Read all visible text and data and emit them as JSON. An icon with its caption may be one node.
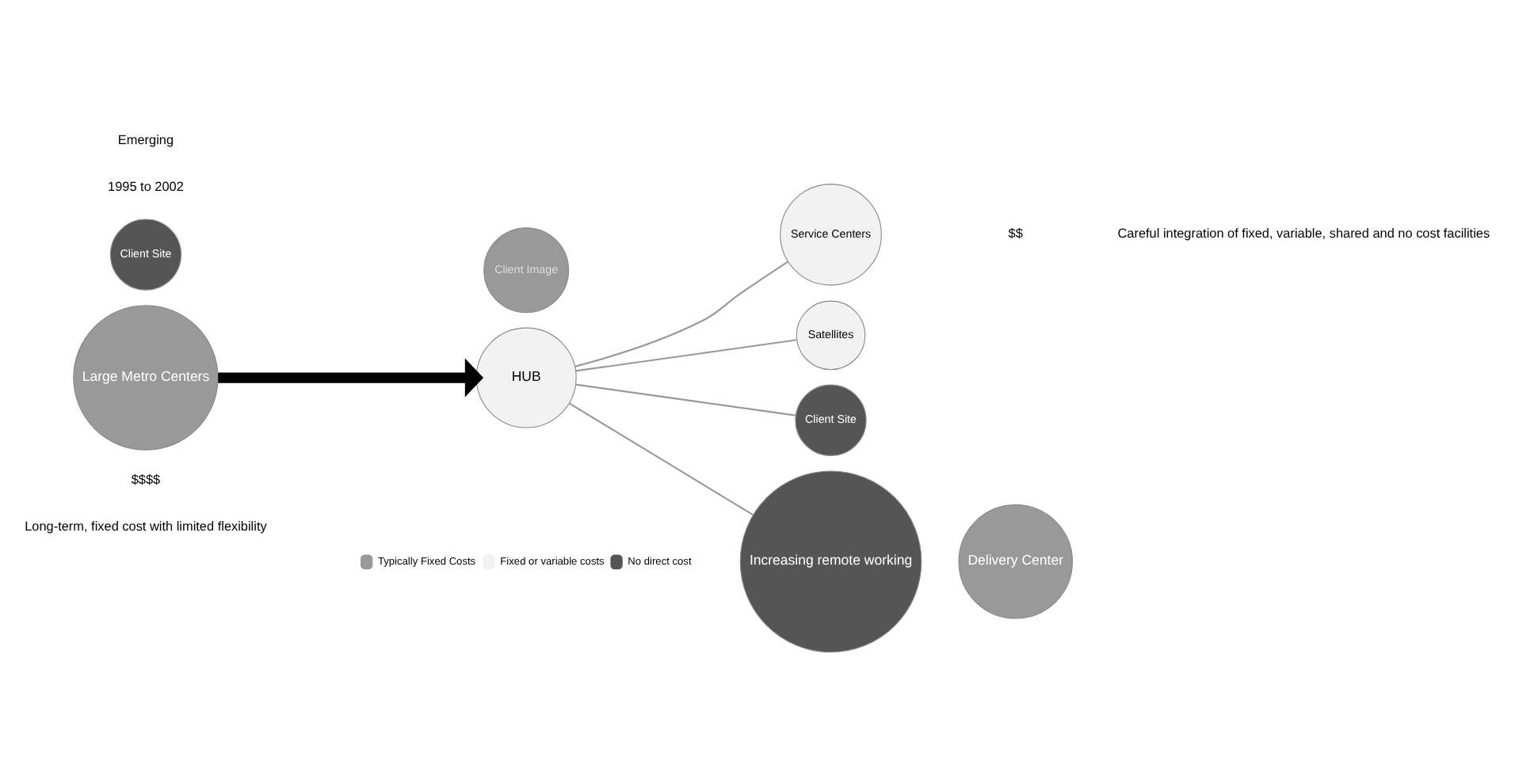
{
  "diagram": {
    "nodes": [
      {
        "text": [
          "Client Site"
        ]
      },
      {
        "text": [
          "Large Metro Centers"
        ]
      },
      {
        "text": [
          "Satellites"
        ]
      },
      {
        "text": [
          "Client Site"
        ]
      },
      {
        "text": [
          "Increasing remote working"
        ]
      },
      {
        "text": [
          "HUB"
        ]
      },
      {
        "text": [
          "Delivery Center"
        ]
      },
      {
        "text": [
          "Client Image"
        ]
      },
      {
        "text": [
          "Service Centers"
        ]
      }
    ],
    "edges": [
      {
        "from": 1,
        "to": 5,
        "arrow": "to",
        "style": "thick",
        "color": "#000000"
      },
      {
        "from": 5,
        "to": 2,
        "arrow": "none"
      },
      {
        "from": 5,
        "to": 3,
        "arrow": "none"
      },
      {
        "from": 5,
        "to": 4,
        "arrow": "none"
      },
      {
        "from": 5,
        "to": 8,
        "arrow": "none"
      }
    ],
    "labels": [
      "1995 to 2002",
      "Emerging",
      "$$$$",
      "Long-term, fixed cost with limited flexibility",
      "$$",
      "Careful integration of fixed, variable, shared and no cost facilities"
    ],
    "legend": [
      {
        "text": "Typically Fixed Costs",
        "color": "#999999"
      },
      {
        "text": "Fixed or variable costs",
        "color": "#f2f2f2"
      },
      {
        "text": "No direct cost",
        "color": "#555555"
      }
    ]
  }
}
